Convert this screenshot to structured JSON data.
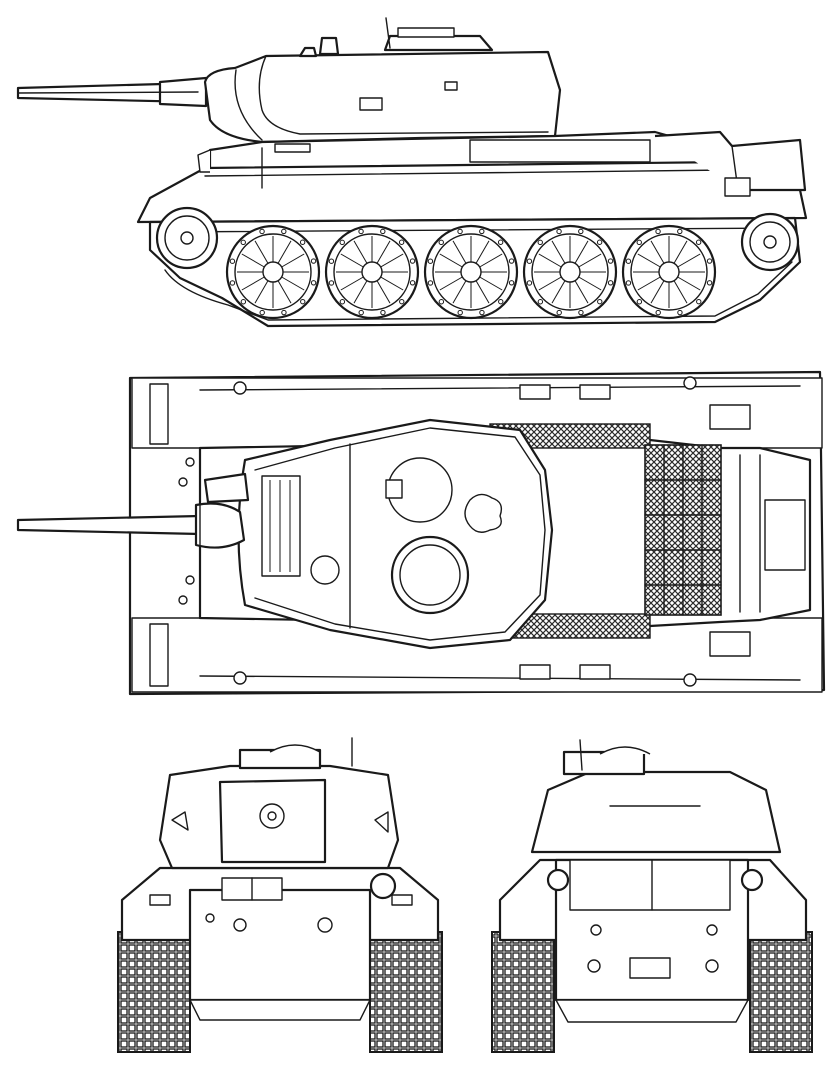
{
  "drawing": {
    "views": [
      "side-view",
      "top-view",
      "front-view",
      "rear-view"
    ],
    "colors": {
      "line": "#1a1a1a",
      "paper": "#ffffff",
      "mesh": "#2b2b2b"
    },
    "road_wheel_count": 5
  }
}
